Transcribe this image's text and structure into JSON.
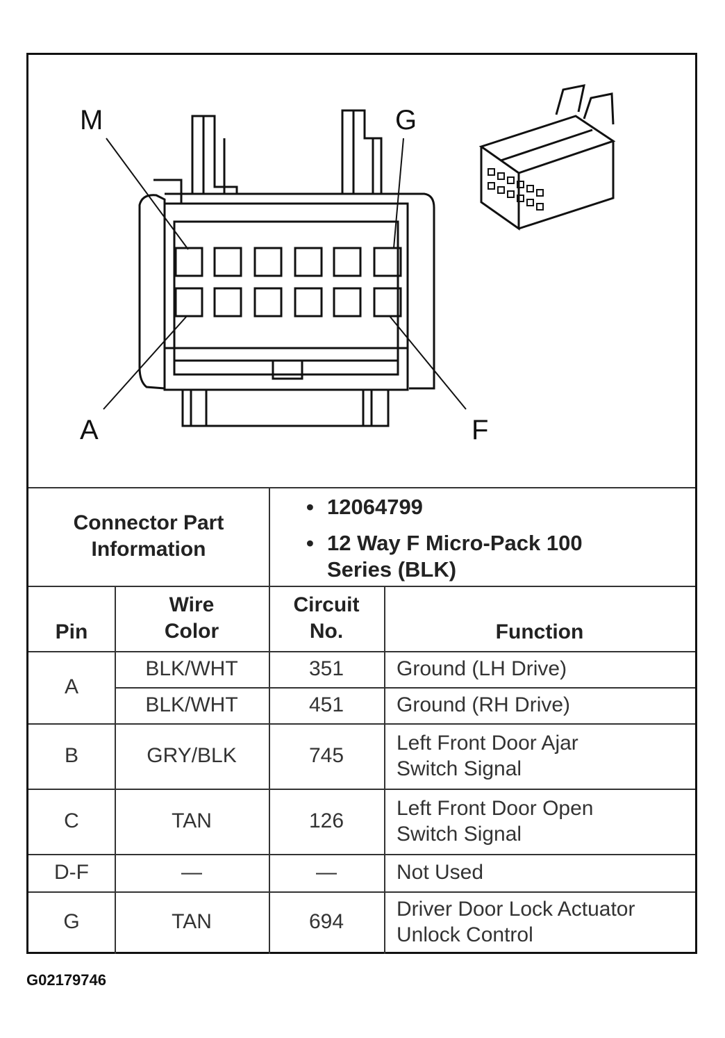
{
  "pin_labels": {
    "top_left": "M",
    "top_right": "G",
    "bottom_left": "A",
    "bottom_right": "F"
  },
  "connector_info": {
    "label": "Connector Part Information",
    "bullets": [
      "12064799",
      "12 Way F Micro-Pack 100 Series (BLK)"
    ]
  },
  "table": {
    "headers": {
      "pin": "Pin",
      "wire_color": "Wire Color",
      "circuit": "Circuit No.",
      "function": "Function"
    },
    "rows": [
      {
        "pin": "A",
        "entries": [
          {
            "wire": "BLK/WHT",
            "circuit": "351",
            "function": "Ground (LH Drive)"
          },
          {
            "wire": "BLK/WHT",
            "circuit": "451",
            "function": "Ground (RH Drive)"
          }
        ]
      },
      {
        "pin": "B",
        "entries": [
          {
            "wire": "GRY/BLK",
            "circuit": "745",
            "function": "Left Front Door Ajar Switch Signal"
          }
        ]
      },
      {
        "pin": "C",
        "entries": [
          {
            "wire": "TAN",
            "circuit": "126",
            "function": "Left Front Door Open Switch Signal"
          }
        ]
      },
      {
        "pin": "D-F",
        "entries": [
          {
            "wire": "—",
            "circuit": "—",
            "function": "Not Used"
          }
        ]
      },
      {
        "pin": "G",
        "entries": [
          {
            "wire": "TAN",
            "circuit": "694",
            "function": "Driver Door Lock Actuator Unlock Control"
          }
        ]
      }
    ]
  },
  "figure_id": "G02179746"
}
